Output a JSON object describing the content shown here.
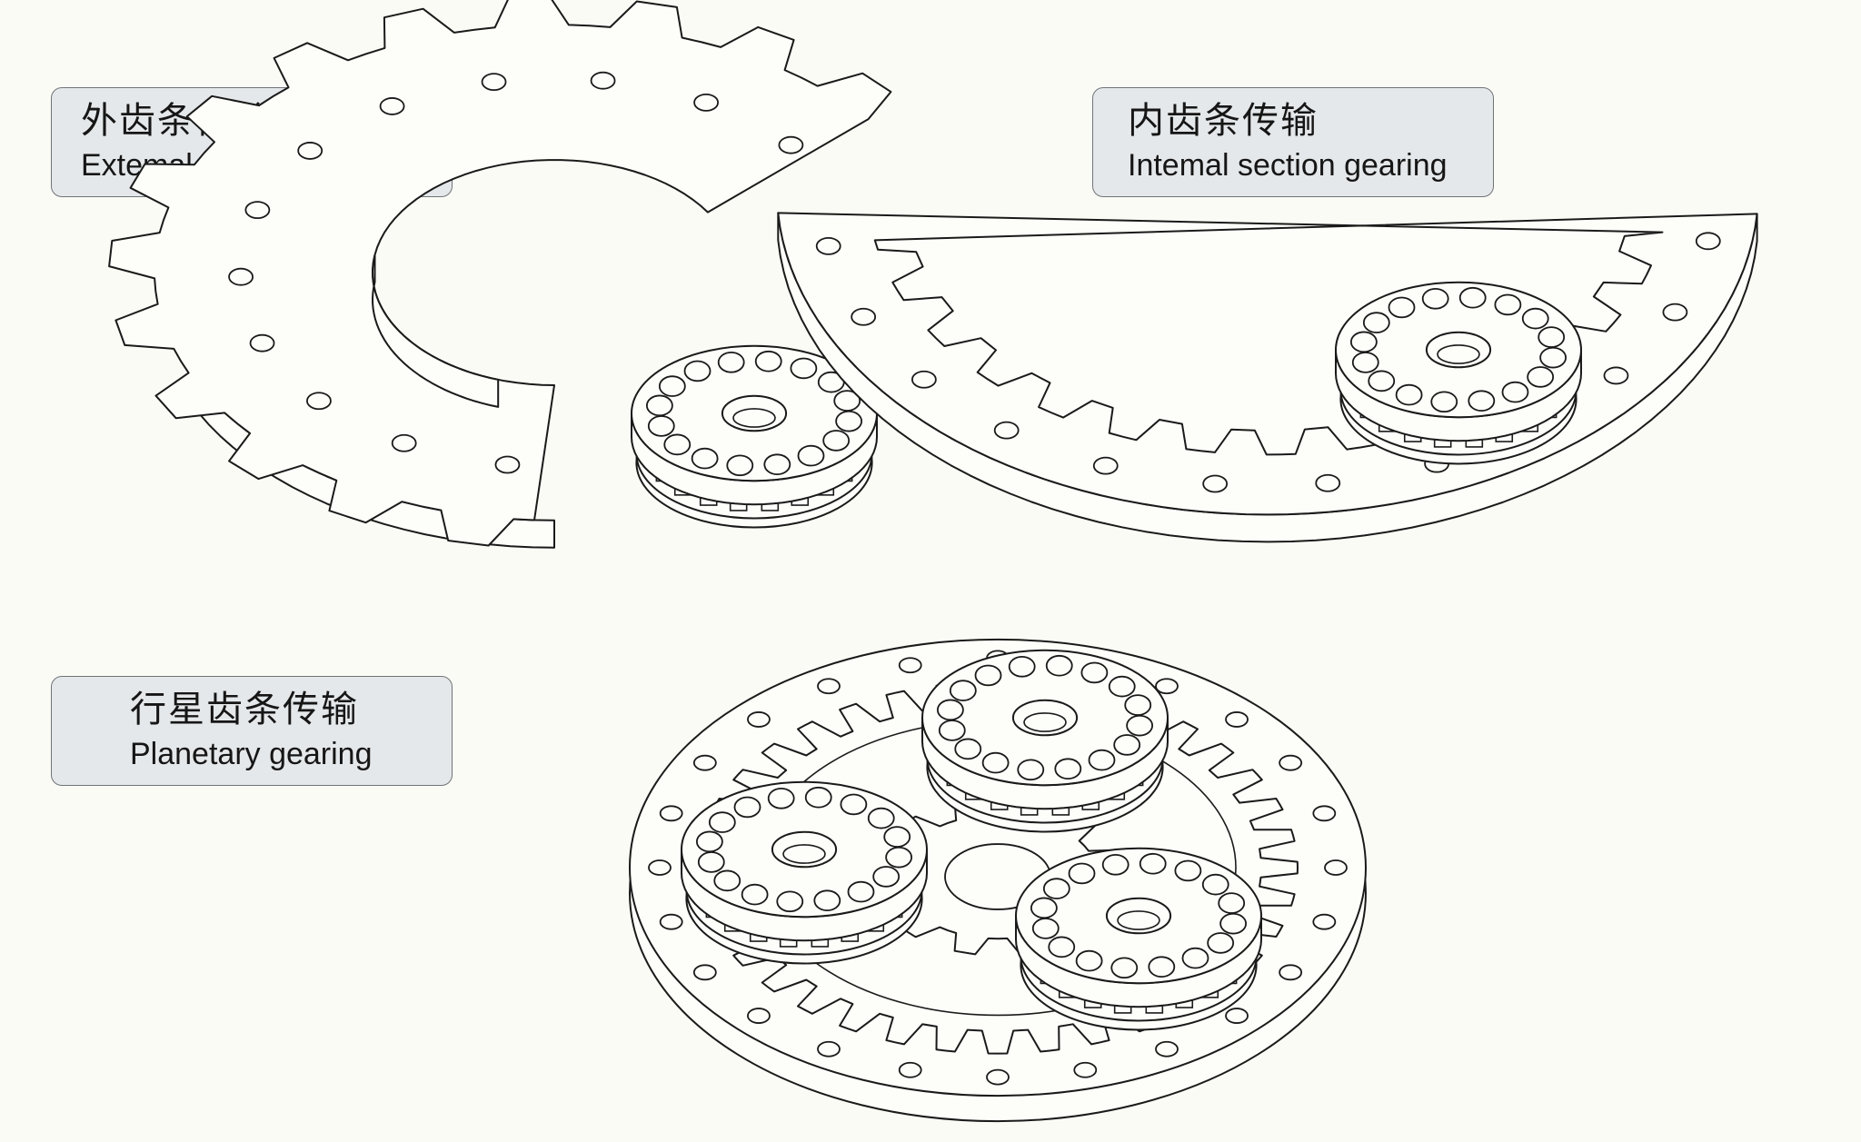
{
  "labels": {
    "external": {
      "cn": "外齿条传输",
      "en": "Extemal section gearing"
    },
    "internal": {
      "cn": "内齿条传输",
      "en": "Intemal section gearing"
    },
    "planetary": {
      "cn": "行星齿条传输",
      "en": "Planetary gearing"
    }
  },
  "colors": {
    "background": "#fbfbf6",
    "label_fill": "#e5e8ea",
    "label_border": "#6f7477",
    "line": "#1a1a1a",
    "part_fill": "#fdfdf9"
  }
}
